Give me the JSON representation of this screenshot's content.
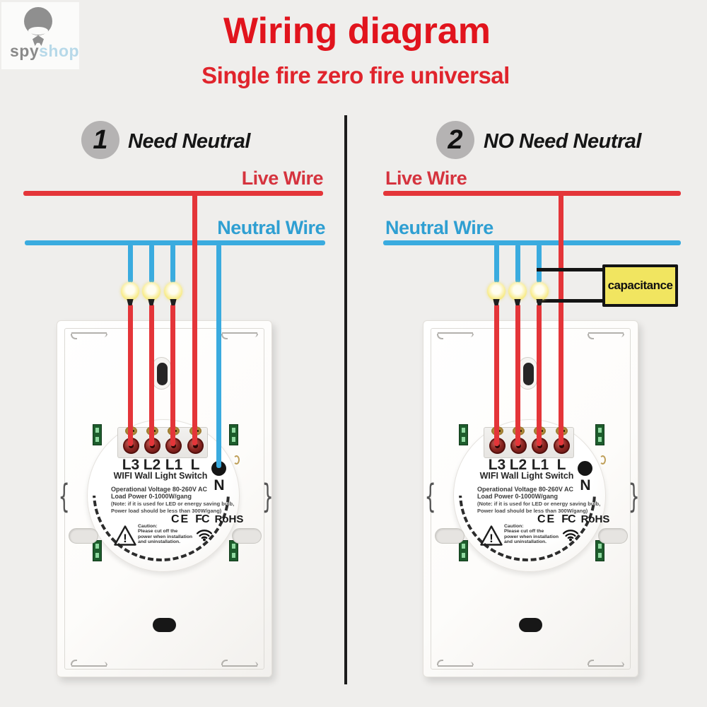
{
  "logo": {
    "part1": "spy",
    "part2": "shop"
  },
  "header": {
    "title": "Wiring diagram",
    "subtitle": "Single fire zero fire universal"
  },
  "panels": [
    {
      "number": "1",
      "label": "Need Neutral",
      "live_label": "Live Wire",
      "neutral_label": "Neutral Wire"
    },
    {
      "number": "2",
      "label": "NO Need Neutral",
      "live_label": "Live Wire",
      "neutral_label": "Neutral Wire",
      "capacitor_label": "capacitance"
    }
  ],
  "switch": {
    "terminals": [
      "L3",
      "L2",
      "L1",
      "L"
    ],
    "neutral_terminal": "N",
    "product_name": "WIFI Wall Light Switch",
    "spec_line1": "Operational Voltage 80-260V AC",
    "spec_line2": "Load Power 0-1000W/gang",
    "note_line1": "(Note: if it is used for LED or energy saving bulb,",
    "note_line2": "Power load should be less than 300W/gang)",
    "cert_ce": "CE",
    "cert_fc": "FC",
    "cert_rohs": "RoHS",
    "caution_mark": "!",
    "caution_line1": "Caution:",
    "caution_line2": "Please cut off the",
    "caution_line3": "power when installation",
    "caution_line4": "and uninstallation."
  },
  "colors": {
    "live_wire": "#e43539",
    "neutral_wire": "#3aabdf",
    "title_red": "#e1141d",
    "capacitor_fill": "#f1e560"
  }
}
